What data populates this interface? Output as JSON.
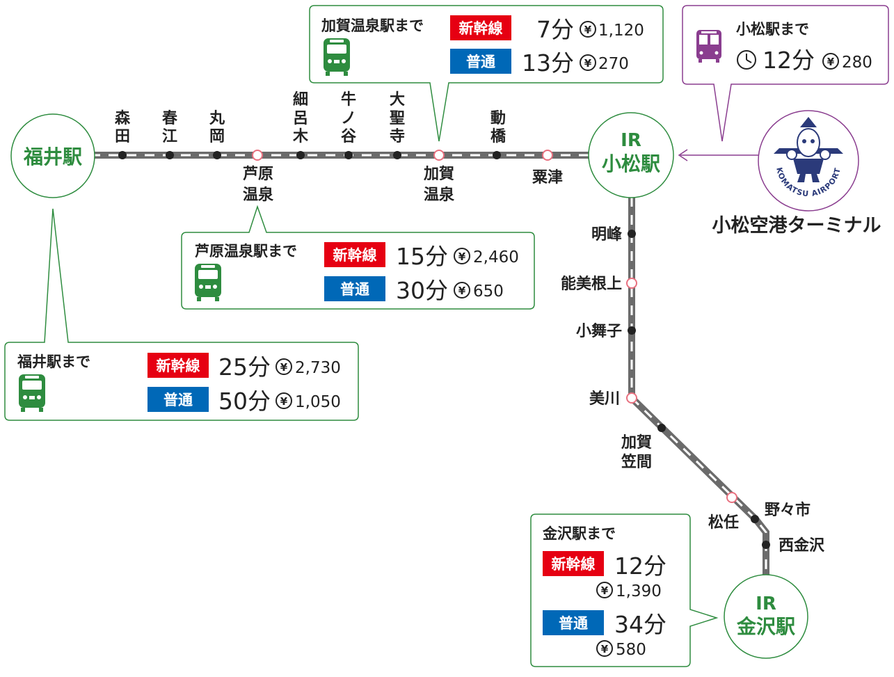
{
  "stations": {
    "fukui": "福井駅",
    "komatsu_ir": "IR",
    "komatsu": "小松駅",
    "kanazawa_ir": "IR",
    "kanazawa": "金沢駅",
    "morita": [
      "森",
      "田"
    ],
    "harue": [
      "春",
      "江"
    ],
    "maruoka": [
      "丸",
      "岡"
    ],
    "awaraonsen": [
      "芦原",
      "温泉"
    ],
    "hosorogi": [
      "細",
      "呂",
      "木"
    ],
    "ushinoya": [
      "牛",
      "ノ",
      "谷"
    ],
    "daishoji": [
      "大",
      "聖",
      "寺"
    ],
    "kagaonsen": [
      "加賀",
      "温泉"
    ],
    "iburihashi": [
      "動",
      "橋"
    ],
    "awazu": "粟津",
    "myoho": "明峰",
    "nomineagari": "能美根上",
    "komaiko": "小舞子",
    "mikawa": "美川",
    "kagakasama": [
      "加賀",
      "笠間"
    ],
    "matto": "松任",
    "nonoichi": "野々市",
    "nishikanazawa": "西金沢"
  },
  "airport": {
    "name": "小松空港ターミナル",
    "logo_text": "KOMATSU AIRPORT"
  },
  "tags": {
    "shinkansen": "新幹線",
    "futsu": "普通"
  },
  "boxes": {
    "kagaonsen": {
      "title": "加賀温泉駅まで",
      "shinkansen_time": "7分",
      "shinkansen_fare": "1,120",
      "futsu_time": "13分",
      "futsu_fare": "270"
    },
    "komatsu": {
      "title": "小松駅まで",
      "time": "12分",
      "fare": "280"
    },
    "awaraonsen": {
      "title": "芦原温泉駅まで",
      "shinkansen_time": "15分",
      "shinkansen_fare": "2,460",
      "futsu_time": "30分",
      "futsu_fare": "650"
    },
    "fukui": {
      "title": "福井駅まで",
      "shinkansen_time": "25分",
      "shinkansen_fare": "2,730",
      "futsu_time": "50分",
      "futsu_fare": "1,050"
    },
    "kanazawa": {
      "title": "金沢駅まで",
      "shinkansen_time": "12分",
      "shinkansen_fare": "1,390",
      "futsu_time": "34分",
      "futsu_fare": "580"
    }
  },
  "yen": "¥",
  "colors": {
    "green": "#2e8c3f",
    "shinkansen_red": "#e60012",
    "futsu_blue": "#0068b7",
    "bus_purple": "#8a3d8f",
    "track": "#6b6b6b",
    "minor_station": "#e8707f"
  },
  "icons": [
    "train-icon",
    "bus-icon",
    "clock-icon",
    "yen-icon",
    "airport-mascot-logo"
  ]
}
